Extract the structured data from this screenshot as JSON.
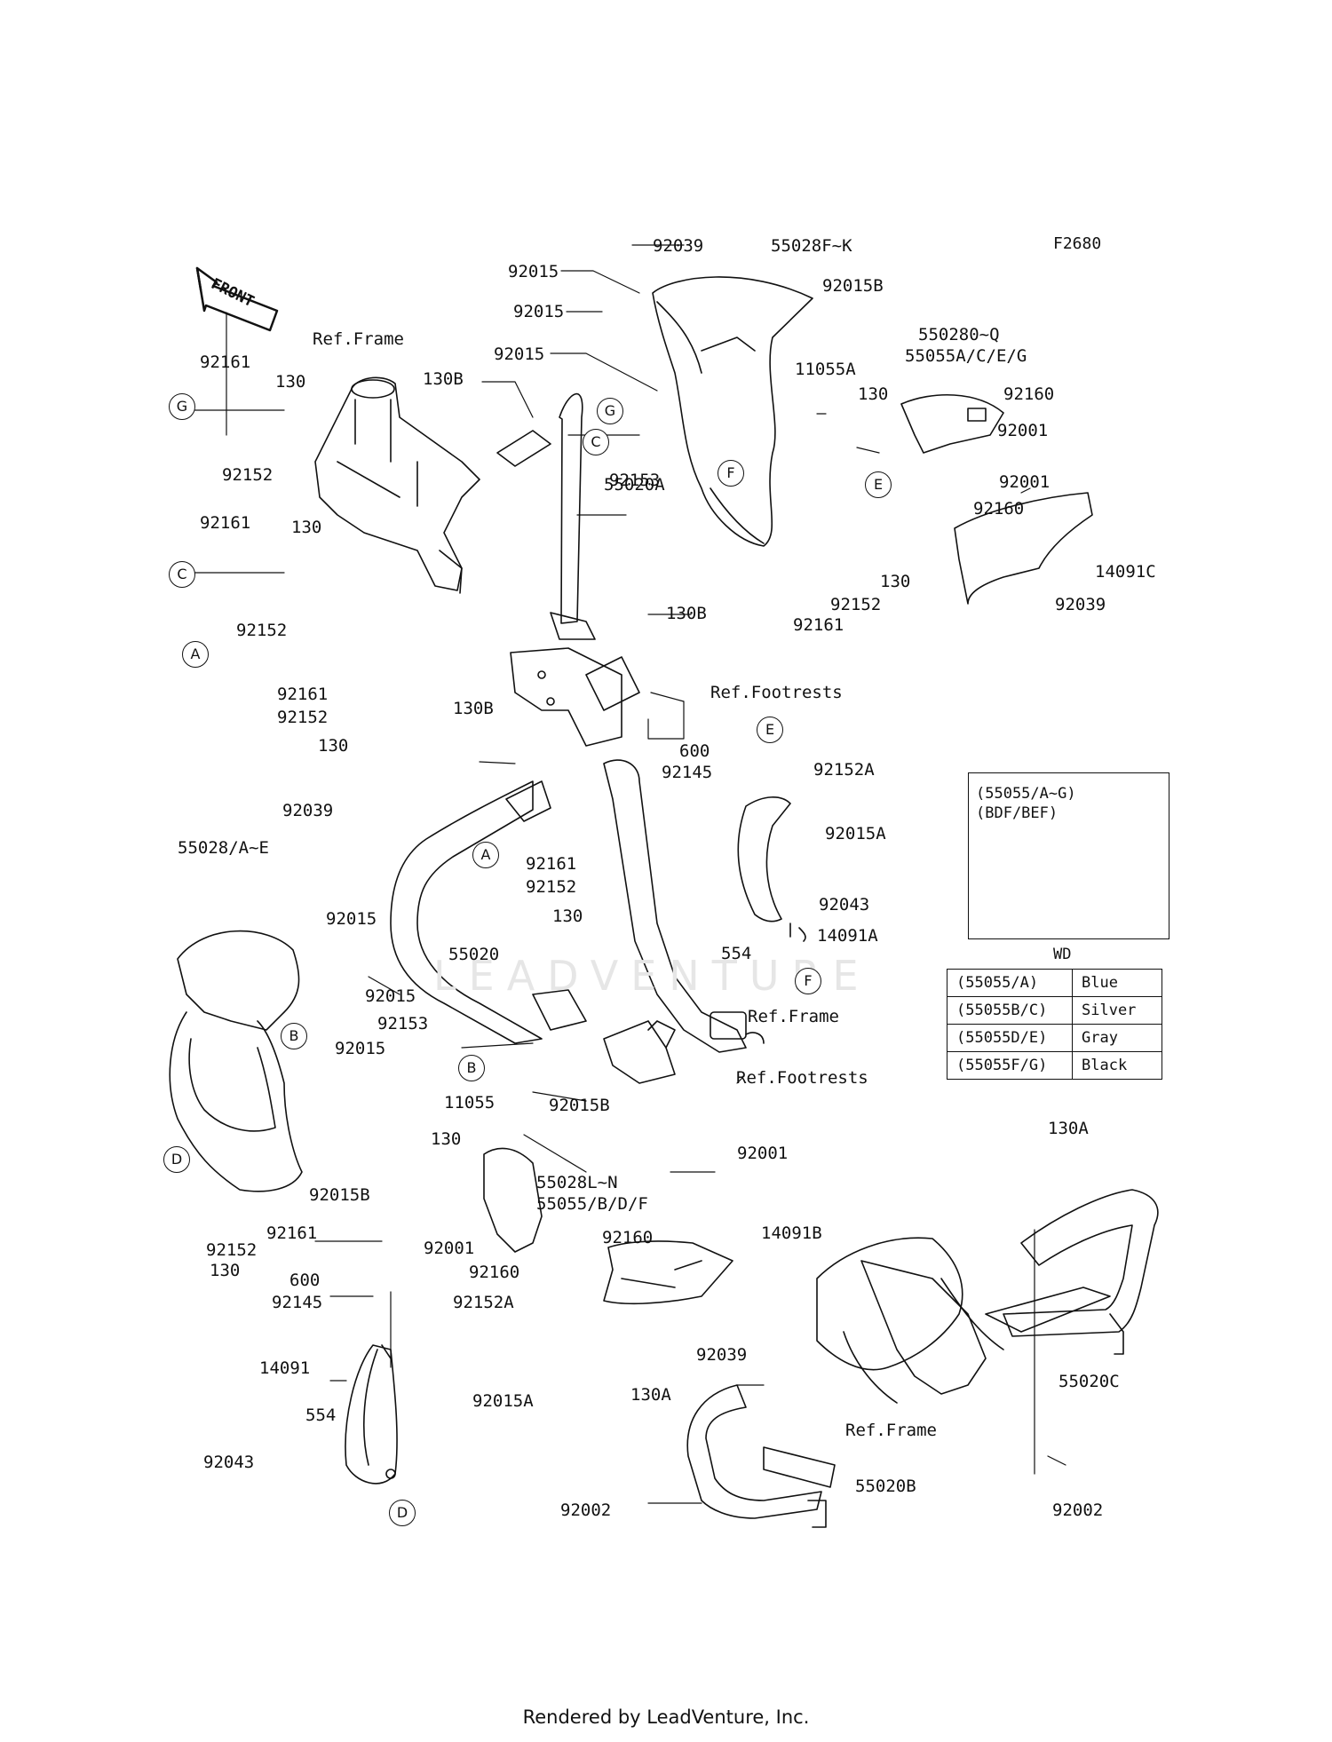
{
  "figure_code": "F2680",
  "front_arrow": "FRONT",
  "watermark": "LEADVENTURE",
  "footer": "Rendered by LeadVenture, Inc.",
  "labels": {
    "l92039_top": "92039",
    "l55028FK": "55028F~K",
    "l92015_a": "92015",
    "l92015B_top": "92015B",
    "l92015_b": "92015",
    "l92015_c": "92015",
    "lRefFrame_top": "Ref.Frame",
    "l550280Q": "550280~Q",
    "l55055ACEG": "55055A/C/E/G",
    "l92161_a": "92161",
    "l130_a": "130",
    "l130B_a": "130B",
    "l11055A": "11055A",
    "l130_b": "130",
    "l92160_a": "92160",
    "l92152_a": "92152",
    "l92153_a": "92153",
    "l92001_a": "92001",
    "l92001_b": "92001",
    "l92160_b": "92160",
    "l55020A": "55020A",
    "l14091C": "14091C",
    "l92161_b": "92161",
    "l130_c": "130",
    "l130_d": "130",
    "l92152_b": "92152",
    "l92039_b": "92039",
    "l92152_c": "92152",
    "l92161_c": "92161",
    "l130B_b": "130B",
    "lRefFootrests_a": "Ref.Footrests",
    "l92161_d": "92161",
    "l92152_d": "92152",
    "l130_e": "130",
    "l130B_c": "130B",
    "l600_a": "600",
    "l92145_a": "92145",
    "l92152A_a": "92152A",
    "l92015A_a": "92015A",
    "l92039_c": "92039",
    "l92161_e": "92161",
    "l92152_e": "92152",
    "l130_f": "130",
    "l92043_a": "92043",
    "l55028AE": "55028/A~E",
    "l92015_d": "92015",
    "l14091A": "14091A",
    "l554_a": "554",
    "l55020": "55020",
    "l92015_e": "92015",
    "l92153_b": "92153",
    "lRefFrame_mid": "Ref.Frame",
    "l92015_f": "92015",
    "lRefFootrests_b": "Ref.Footrests",
    "l11055": "11055",
    "l92015B_b": "92015B",
    "l130_g": "130",
    "l92001_c": "92001",
    "l92015B_c": "92015B",
    "l55028LN": "55028L~N",
    "l55055BDF": "55055/B/D/F",
    "l130A_a": "130A",
    "l92161_f": "92161",
    "l14091B": "14091B",
    "l92160_c": "92160",
    "l92001_d": "92001",
    "l92152_f": "92152",
    "l130_h": "130",
    "l92160_d": "92160",
    "l600_b": "600",
    "l92145_b": "92145",
    "l92152A_b": "92152A",
    "l92039_d": "92039",
    "l14091": "14091",
    "l92015A_b": "92015A",
    "l130A_b": "130A",
    "l55020C": "55020C",
    "l554_b": "554",
    "l92043_b": "92043",
    "lRefFrame_bot": "Ref.Frame",
    "l55020B": "55020B",
    "l92002_a": "92002",
    "l92002_b": "92002"
  },
  "callouts": {
    "c_G1": "G",
    "c_G2": "G",
    "c_C1": "C",
    "c_C2": "C",
    "c_E1": "E",
    "c_E2": "E",
    "c_F1": "F",
    "c_F2": "F",
    "c_A1": "A",
    "c_A2": "A",
    "c_B1": "B",
    "c_B2": "B",
    "c_D1": "D",
    "c_D2": "D"
  },
  "inset": {
    "title_line1": "(55055/A~G)",
    "title_line2": "(BDF/BEF)"
  },
  "color_table": {
    "caption": "WD",
    "rows": [
      {
        "code": "(55055/A)",
        "name": "Blue"
      },
      {
        "code": "(55055B/C)",
        "name": "Silver"
      },
      {
        "code": "(55055D/E)",
        "name": "Gray"
      },
      {
        "code": "(55055F/G)",
        "name": "Black"
      }
    ]
  }
}
